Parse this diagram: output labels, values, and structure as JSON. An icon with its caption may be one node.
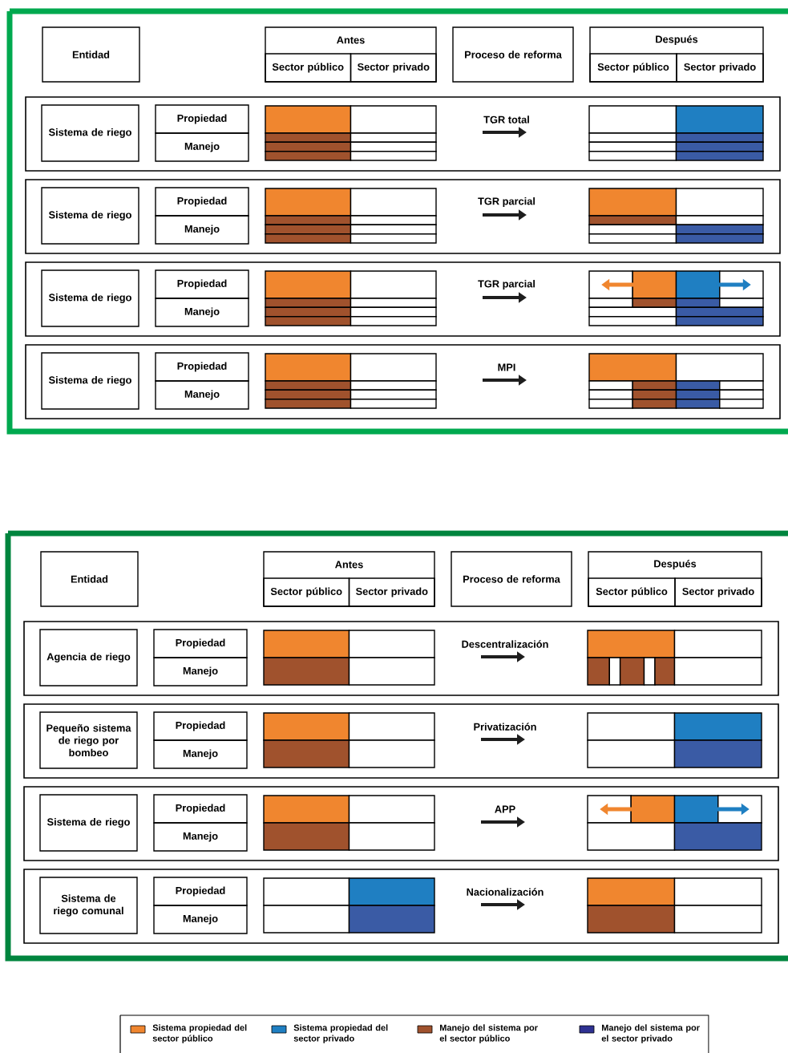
{
  "diagram": {
    "nodes": [
      {
        "text": [
          "Entidad"
        ]
      },
      {
        "text": [
          "Antes"
        ]
      },
      {
        "text": [
          "Sector público"
        ],
        "in": 1
      },
      {
        "text": [
          "Sector privado"
        ],
        "in": 1
      },
      {
        "text": [
          "Proceso de reforma"
        ]
      },
      {
        "text": [
          "Después"
        ]
      },
      {
        "text": [
          "Sector público"
        ],
        "in": 5
      },
      {
        "text": [
          "Sector privado"
        ],
        "in": 5
      },
      {
        "text": [
          "Sistema de riego"
        ]
      },
      {
        "text": [
          "Propiedad"
        ]
      },
      {
        "text": [
          "Manejo"
        ]
      },
      {
        "text": [
          "Sistema de riego"
        ]
      },
      {
        "text": [
          "Propiedad"
        ]
      },
      {
        "text": [
          "Manejo"
        ]
      },
      {
        "text": [
          "Sistema de riego"
        ]
      },
      {
        "text": [
          "Propiedad"
        ]
      },
      {
        "text": [
          "Manejo"
        ]
      },
      {
        "text": [
          "Sistema de riego"
        ]
      },
      {
        "text": [
          "Propiedad"
        ]
      },
      {
        "text": [
          "Manejo"
        ]
      },
      {
        "text": [
          "Entidad"
        ]
      },
      {
        "text": [
          "Antes"
        ]
      },
      {
        "text": [
          "Sector público"
        ],
        "in": 21
      },
      {
        "text": [
          "Sector privado"
        ],
        "in": 21
      },
      {
        "text": [
          "Proceso de reforma"
        ]
      },
      {
        "text": [
          "Después"
        ]
      },
      {
        "text": [
          "Sector público"
        ],
        "in": 25
      },
      {
        "text": [
          "Sector privado"
        ],
        "in": 25
      },
      {
        "text": [
          "Agencia de riego"
        ]
      },
      {
        "text": [
          "Propiedad"
        ]
      },
      {
        "text": [
          "Manejo"
        ]
      },
      {
        "text": [
          "Pequeño sistema de riego por bombeo"
        ]
      },
      {
        "text": [
          "Propiedad"
        ]
      },
      {
        "text": [
          "Manejo"
        ]
      },
      {
        "text": [
          "Sistema de riego"
        ]
      },
      {
        "text": [
          "Propiedad"
        ]
      },
      {
        "text": [
          "Manejo"
        ]
      },
      {
        "text": [
          "Sistema de riego comunal"
        ]
      },
      {
        "text": [
          "Propiedad"
        ]
      },
      {
        "text": [
          "Manejo"
        ]
      }
    ],
    "labels": [
      "TGR total",
      "TGR parcial",
      "TGR parcial",
      "MPI",
      "Descentralización",
      "Privatización",
      "APP",
      "Nacionalización"
    ],
    "legend": [
      {
        "text": "Sistema propiedad del sector público",
        "color": "#f0862f"
      },
      {
        "text": "Sistema propiedad del sector privado",
        "color": "#1f7fc2"
      },
      {
        "text": "Manejo del sistema por el sector público",
        "color": "#a0522d"
      },
      {
        "text": "Manejo del sistema por el sector privado",
        "color": "#2e3192"
      }
    ]
  }
}
